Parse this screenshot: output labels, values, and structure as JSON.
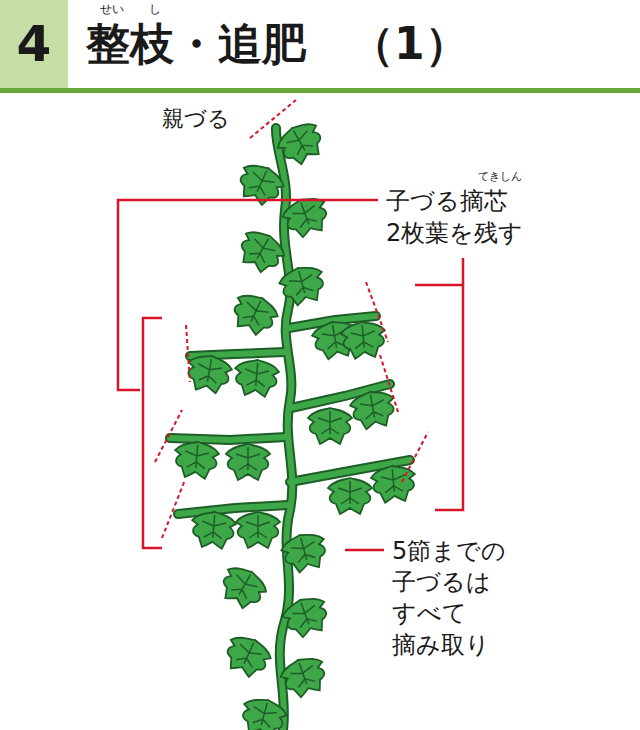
{
  "diagram": {
    "title": "整枝・追肥　（1）",
    "nodes": [
      {
        "text": [
          "4"
        ]
      }
    ],
    "labels": [
      "せい",
      "し",
      "親づる",
      "てきしん",
      "子づる摘芯 2枚葉を残す",
      "5節までの 子づるは すべて 摘み取り"
    ]
  }
}
